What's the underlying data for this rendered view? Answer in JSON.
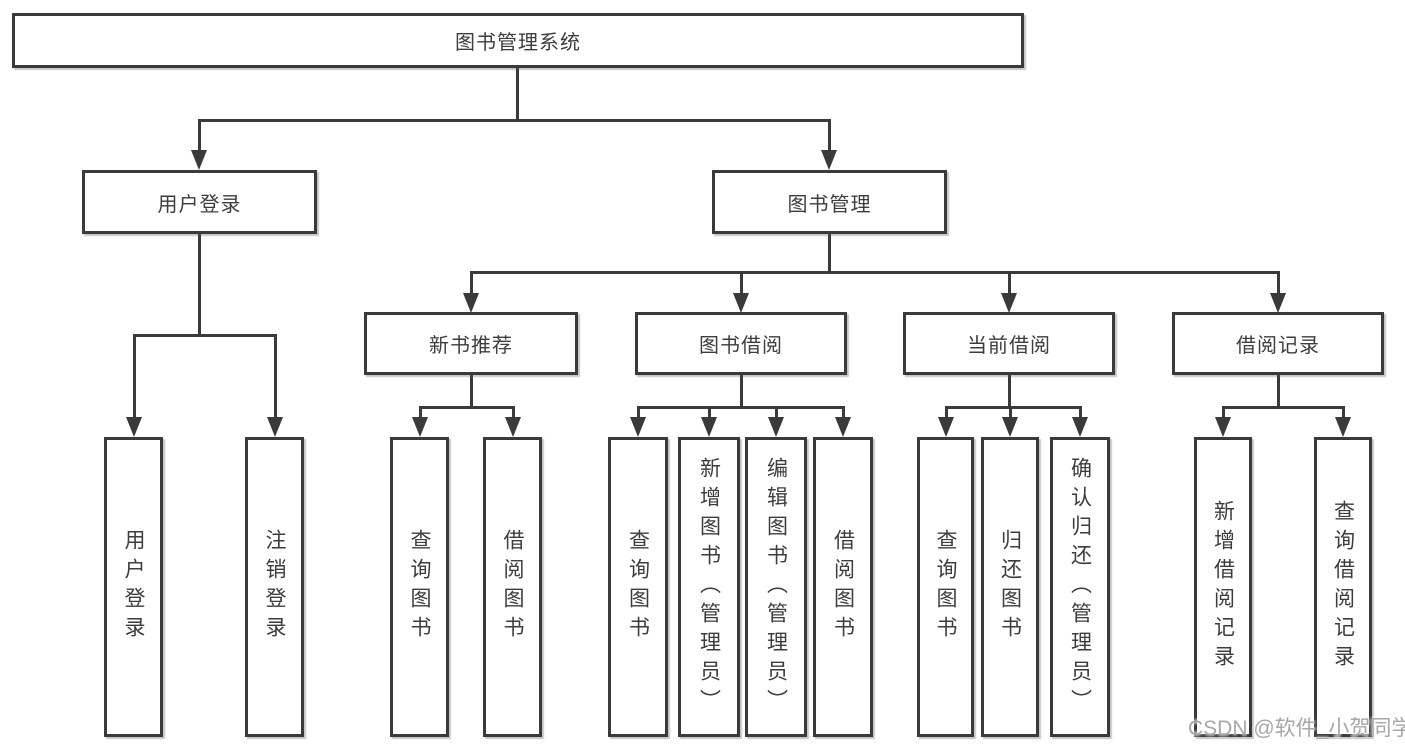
{
  "colors": {
    "background": "#ffffff",
    "line": "#3a3a3a",
    "box_border": "#3a3a3a",
    "text": "#3d3d3d",
    "watermark": "#a2a2a2"
  },
  "tree": {
    "root": {
      "label": "图书管理系统",
      "children": [
        {
          "label": "用户登录",
          "children": [
            {
              "label": "用户登录"
            },
            {
              "label": "注销登录"
            }
          ]
        },
        {
          "label": "图书管理",
          "children": [
            {
              "label": "新书推荐",
              "children": [
                {
                  "label": "查询图书"
                },
                {
                  "label": "借阅图书"
                }
              ]
            },
            {
              "label": "图书借阅",
              "children": [
                {
                  "label": "查询图书"
                },
                {
                  "label": "新增图书（管理员）"
                },
                {
                  "label": "编辑图书（管理员）"
                },
                {
                  "label": "借阅图书"
                }
              ]
            },
            {
              "label": "当前借阅",
              "children": [
                {
                  "label": "查询图书"
                },
                {
                  "label": "归还图书"
                },
                {
                  "label": "确认归还（管理员）"
                }
              ]
            },
            {
              "label": "借阅记录",
              "children": [
                {
                  "label": "新增借阅记录"
                },
                {
                  "label": "查询借阅记录"
                }
              ]
            }
          ]
        }
      ]
    }
  },
  "watermark": {
    "text": "CSDN @软件_小贺同学"
  }
}
